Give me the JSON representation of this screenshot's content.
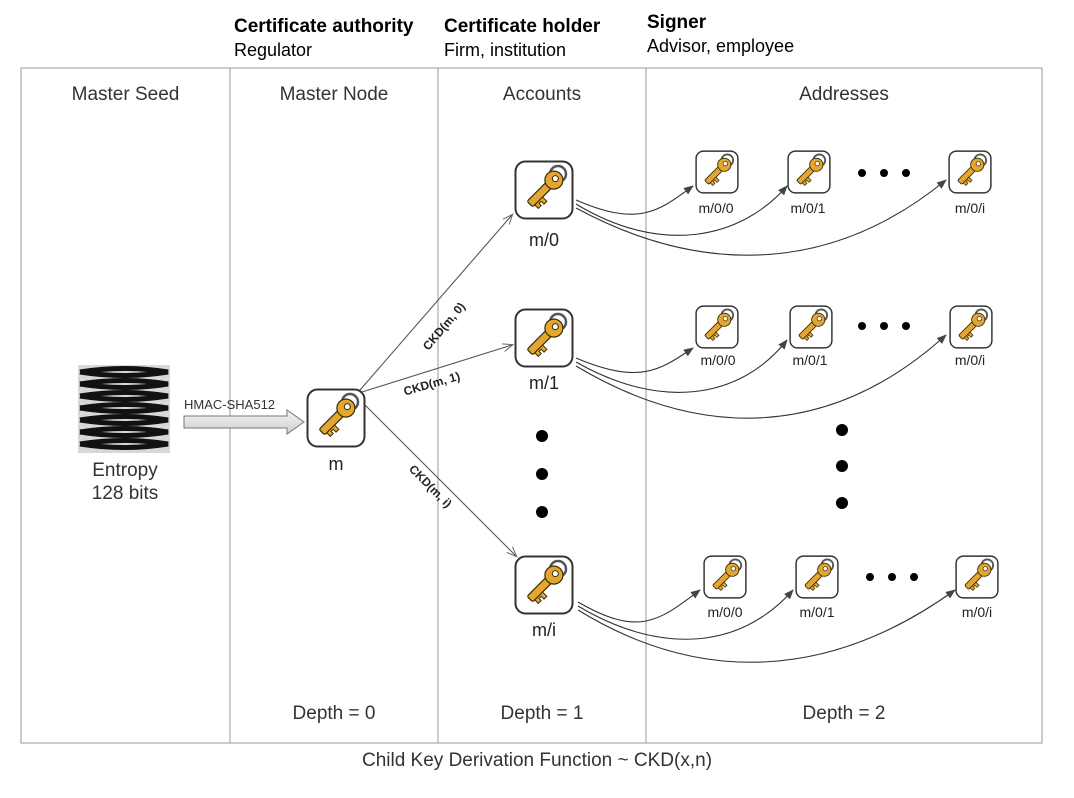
{
  "roles": {
    "ca": {
      "title": "Certificate authority",
      "subtitle": "Regulator"
    },
    "holder": {
      "title": "Certificate holder",
      "subtitle": "Firm, institution"
    },
    "signer": {
      "title": "Signer",
      "subtitle": "Advisor, employee"
    }
  },
  "columns": {
    "master_seed": "Master Seed",
    "master_node": "Master Node",
    "accounts": "Accounts",
    "addresses": "Addresses"
  },
  "entropy": {
    "line1": "Entropy",
    "line2": "128 bits"
  },
  "hmac_label": "HMAC-SHA512",
  "master_key_label": "m",
  "ckd_labels": {
    "ckd0": "CKD(m, 0)",
    "ckd1": "CKD(m, 1)",
    "ckdi": "CKD(m, i)"
  },
  "accounts": [
    {
      "label": "m/0"
    },
    {
      "label": "m/1"
    },
    {
      "label": "m/i"
    }
  ],
  "address_rows": [
    {
      "labels": [
        "m/0/0",
        "m/0/1",
        "m/0/i"
      ]
    },
    {
      "labels": [
        "m/0/0",
        "m/0/1",
        "m/0/i"
      ]
    },
    {
      "labels": [
        "m/0/0",
        "m/0/1",
        "m/0/i"
      ]
    }
  ],
  "depths": {
    "d0": "Depth = 0",
    "d1": "Depth = 1",
    "d2": "Depth = 2"
  },
  "caption": "Child Key Derivation Function ~ CKD(x,n)",
  "colors": {
    "key_gold": "#e3a72f",
    "key_outline": "#3a2a0a",
    "arrow": "#444444",
    "border": "#9a9a9a"
  }
}
